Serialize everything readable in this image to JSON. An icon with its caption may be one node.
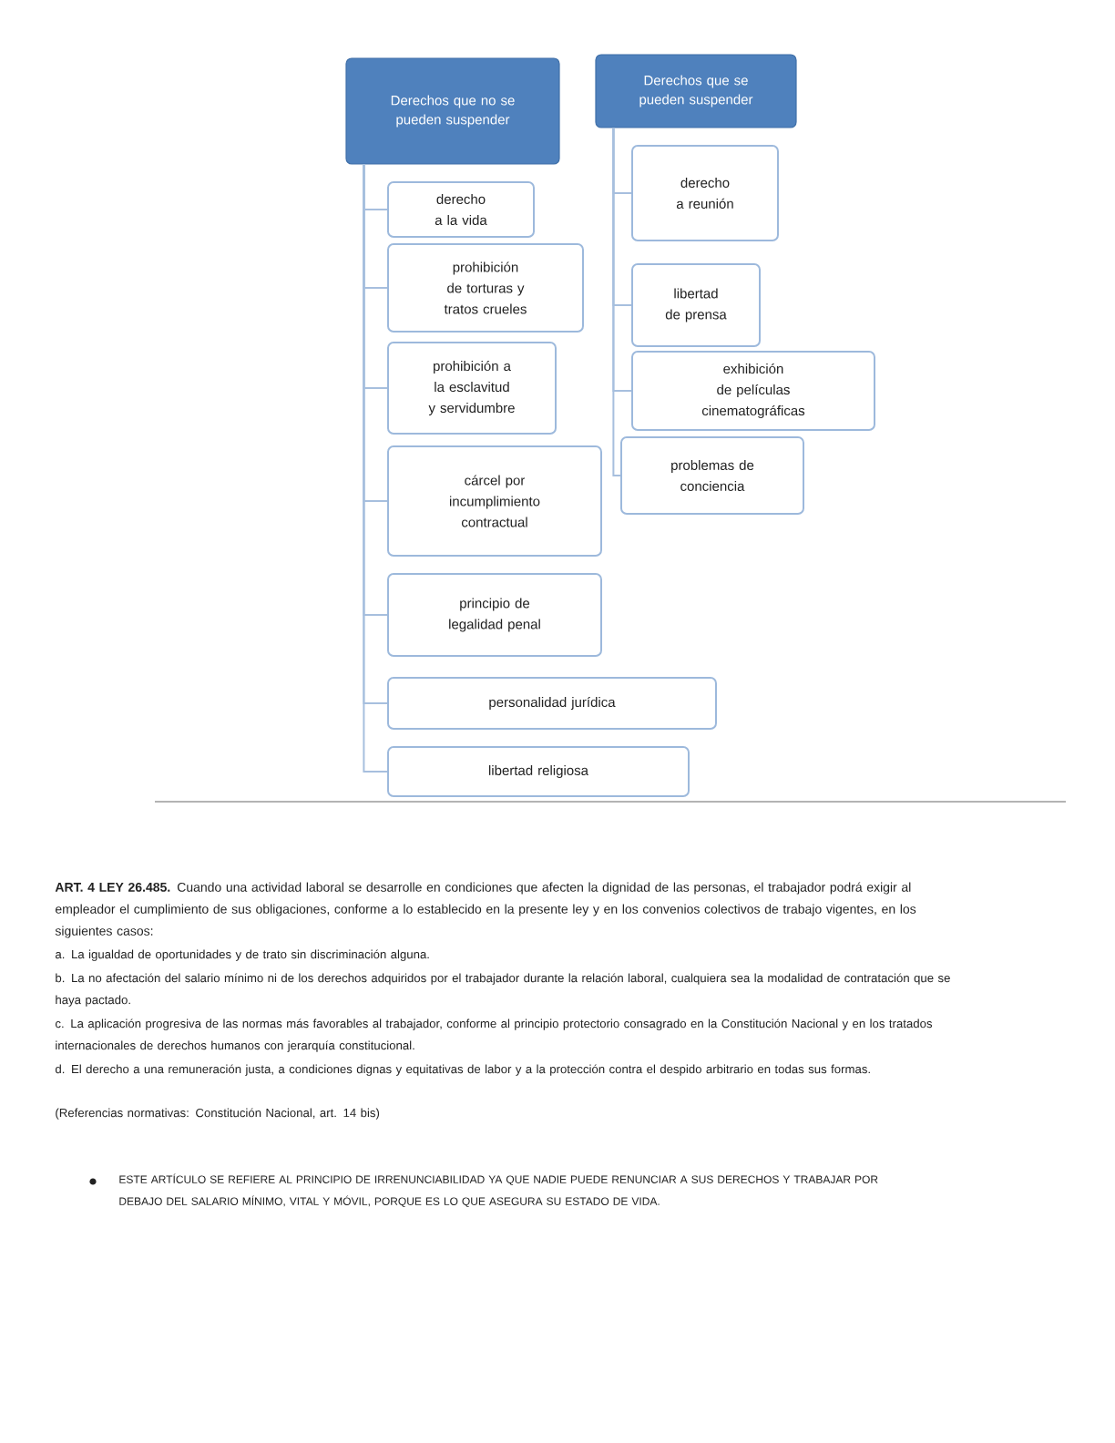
{
  "diagram": {
    "nodes": [
      {
        "text": [
          "Derechos que no se pueden suspender"
        ]
      },
      {
        "text": [
          "derecho a la vida"
        ]
      },
      {
        "text": [
          "prohibición de torturas y tratos crueles"
        ]
      },
      {
        "text": [
          "prohibición a la esclavitud y servidumbre"
        ]
      },
      {
        "text": [
          "cárcel por incumplimiento contractual"
        ]
      },
      {
        "text": [
          "principio de legalidad penal"
        ]
      },
      {
        "text": [
          "personalidad jurídica"
        ]
      },
      {
        "text": [
          "libertad religiosa"
        ]
      },
      {
        "text": [
          "Derechos que se pueden suspender"
        ]
      },
      {
        "text": [
          "derecho a reunión"
        ]
      },
      {
        "text": [
          "libertad de prensa"
        ]
      },
      {
        "text": [
          "exhibición de películas cinematográficas"
        ]
      },
      {
        "text": [
          "problemas de conciencia"
        ]
      }
    ],
    "edges": [
      {
        "from": 0,
        "to": 1,
        "arrow": "none"
      },
      {
        "from": 0,
        "to": 2,
        "arrow": "none"
      },
      {
        "from": 0,
        "to": 3,
        "arrow": "none"
      },
      {
        "from": 0,
        "to": 4,
        "arrow": "none"
      },
      {
        "from": 0,
        "to": 5,
        "arrow": "none"
      },
      {
        "from": 0,
        "to": 6,
        "arrow": "none"
      },
      {
        "from": 0,
        "to": 7,
        "arrow": "none"
      },
      {
        "from": 8,
        "to": 9,
        "arrow": "none"
      },
      {
        "from": 8,
        "to": 10,
        "arrow": "none"
      },
      {
        "from": 8,
        "to": 11,
        "arrow": "none"
      },
      {
        "from": 8,
        "to": 12,
        "arrow": "none"
      }
    ],
    "labels": [
      "**ART. 4 LEY 26.485.** Cuando una actividad laboral se desarrolle en condiciones que afecten la dignidad de las personas, el trabajador podrá exigir al empleador el cumplimiento de sus obligaciones, conforme a lo establecido en la presente ley y en los convenios colectivos de trabajo vigentes, en los siguientes casos:",
      "a. La igualdad de oportunidades y de trato sin discriminación alguna.",
      "b. La no afectación del salario mínimo ni de los derechos adquiridos por el trabajador durante la relación laboral, cualquiera sea la modalidad de contratación que se haya pactado.",
      "c. La aplicación progresiva de las normas más favorables al trabajador, conforme al principio protectorio consagrado en la Constitución Nacional y en los tratados internacionales de derechos humanos con jerarquía constitucional.",
      "d. El derecho a una remuneración justa, a condiciones dignas y equitativas de labor y a la protección contra el despido arbitrario en todas sus formas.",
      "(Referencias normativas: Constitución Nacional, art. 14 bis)",
      "ESTE ARTÍCULO SE REFIERE AL PRINCIPIO DE IRRENUNCIABILIDAD YA QUE NADIE PUEDE RENUNCIAR A SUS DERECHOS Y TRABAJAR POR DEBAJO DEL SALARIO MÍNIMO, VITAL Y MÓVIL, PORQUE ES LO QUE ASEGURA SU ESTADO DE VIDA."
    ]
  }
}
